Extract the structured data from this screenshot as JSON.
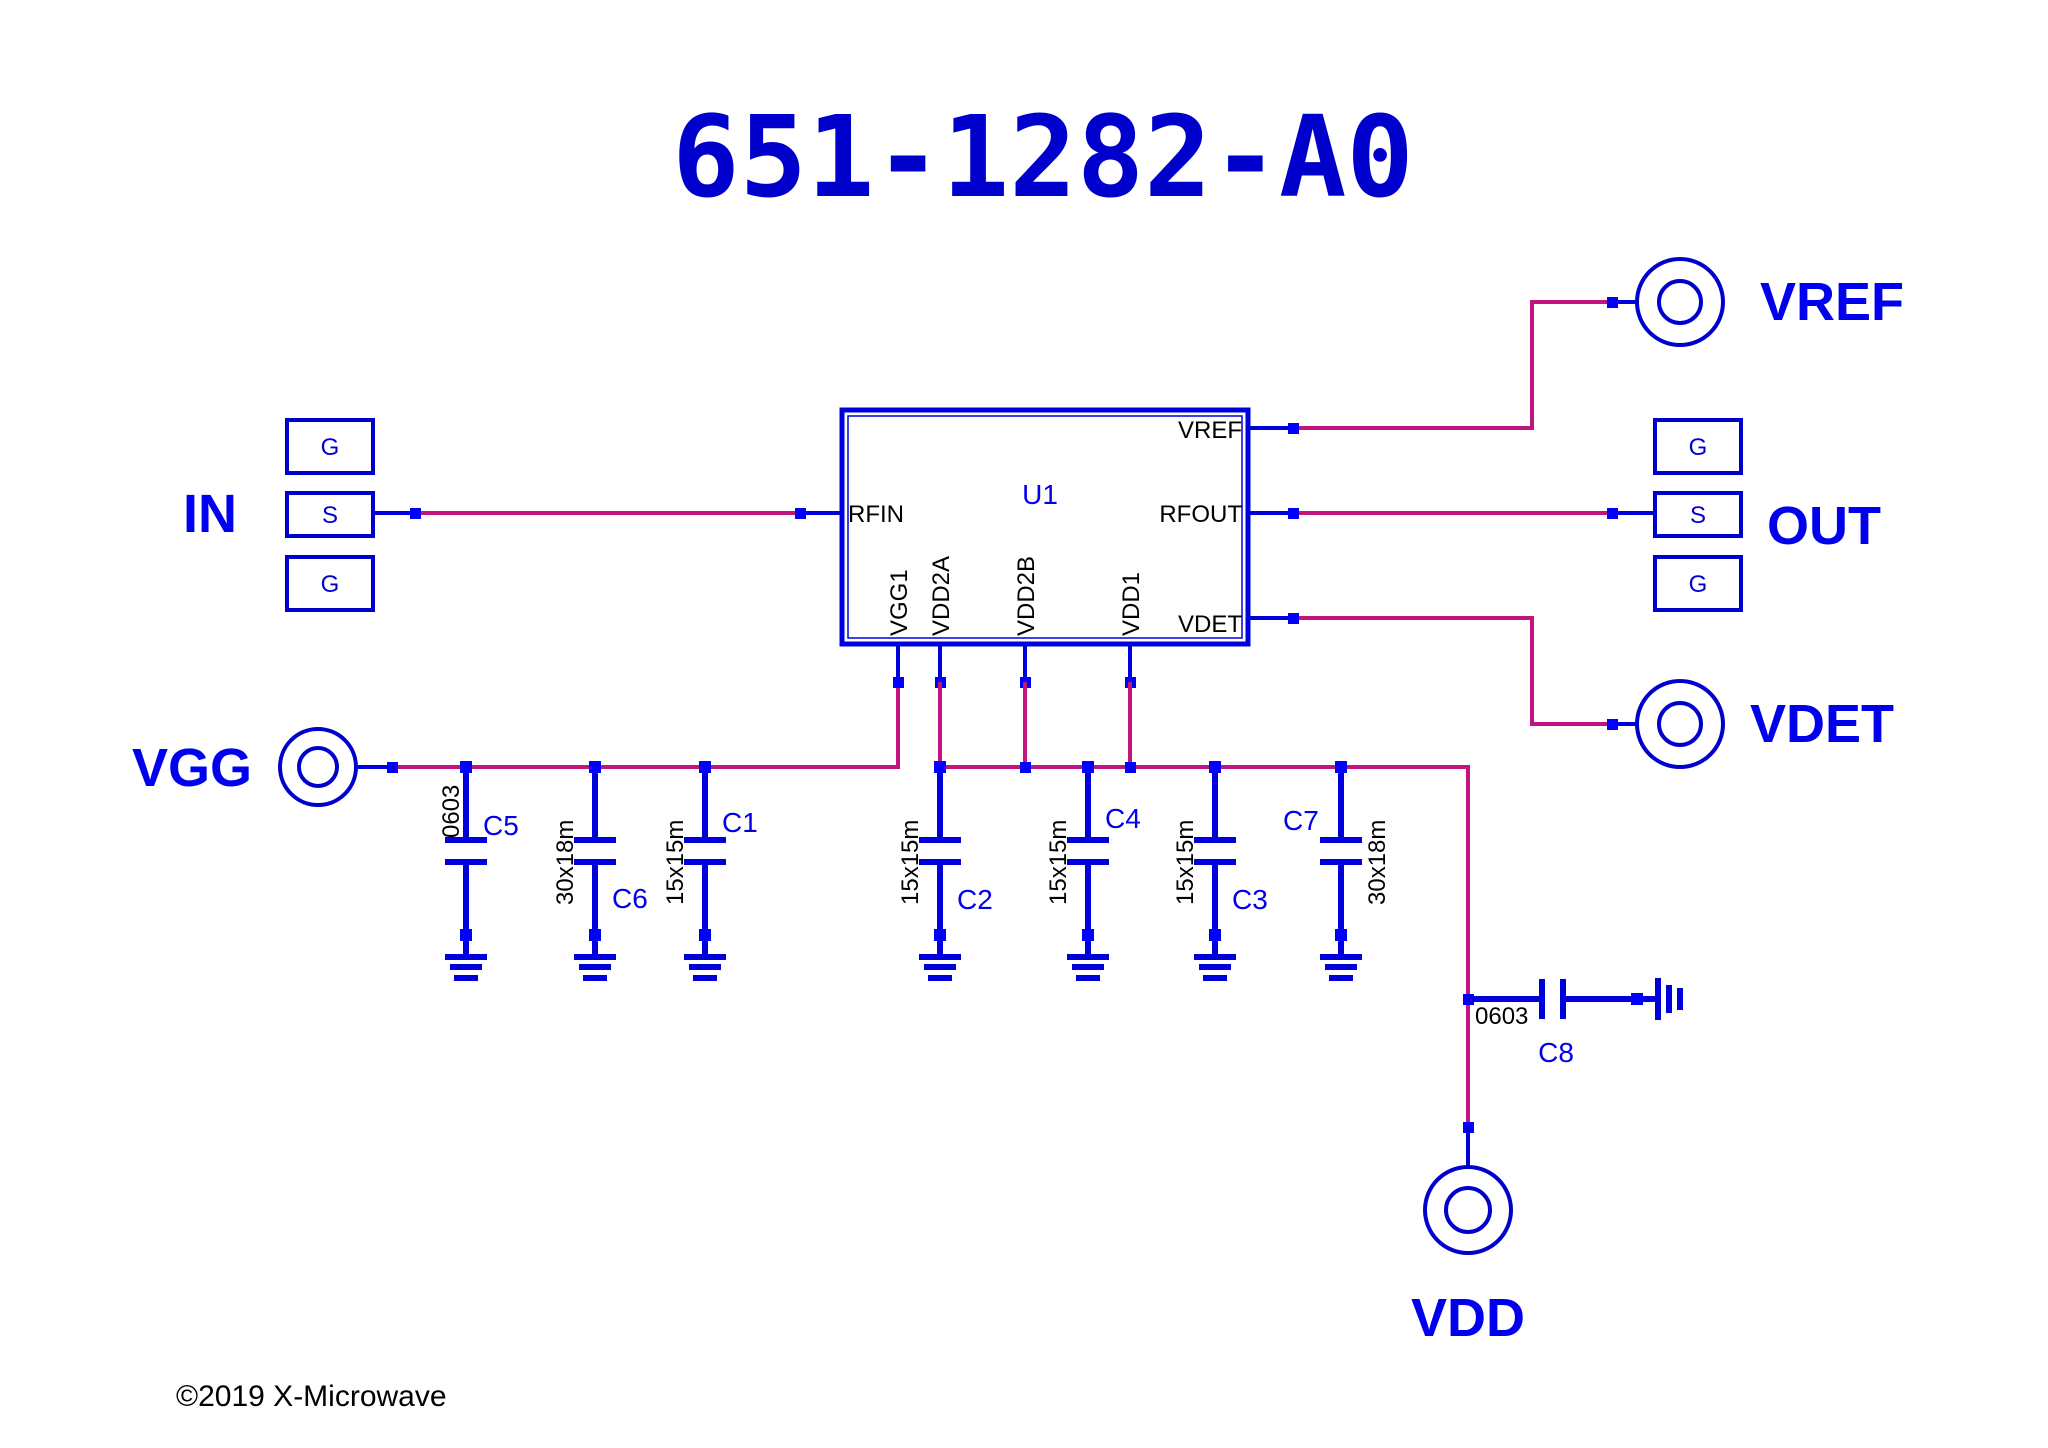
{
  "title": "651-1282-A0",
  "copyright": "©2019 X-Microwave",
  "colors": {
    "component": "#0000dd",
    "net": "#c0157f",
    "node": "#0000ff",
    "label": "#0000ee",
    "pin_text": "#000000"
  },
  "ic": {
    "refdes": "U1",
    "pins": {
      "vref": "VREF",
      "rfin": "RFIN",
      "rfout": "RFOUT",
      "vdet": "VDET",
      "vgg1": "VGG1",
      "vdd2a": "VDD2A",
      "vdd2b": "VDD2B",
      "vdd1": "VDD1"
    }
  },
  "ports": {
    "in": {
      "label": "IN",
      "pads": [
        "G",
        "S",
        "G"
      ]
    },
    "out": {
      "label": "OUT",
      "pads": [
        "G",
        "S",
        "G"
      ]
    },
    "vgg": {
      "label": "VGG"
    },
    "vref": {
      "label": "VREF"
    },
    "vdet": {
      "label": "VDET"
    },
    "vdd": {
      "label": "VDD"
    }
  },
  "capacitors": [
    {
      "refdes": "C5",
      "size": "0603",
      "net": "VGG"
    },
    {
      "refdes": "C6",
      "size": "30x18m",
      "net": "VGG"
    },
    {
      "refdes": "C1",
      "size": "15x15m",
      "net": "VGG"
    },
    {
      "refdes": "C2",
      "size": "15x15m",
      "net": "VDD"
    },
    {
      "refdes": "C4",
      "size": "15x15m",
      "net": "VDD"
    },
    {
      "refdes": "C3",
      "size": "15x15m",
      "net": "VDD"
    },
    {
      "refdes": "C7",
      "size": "30x18m",
      "net": "VDD"
    },
    {
      "refdes": "C8",
      "size": "0603",
      "net": "VDD"
    }
  ]
}
